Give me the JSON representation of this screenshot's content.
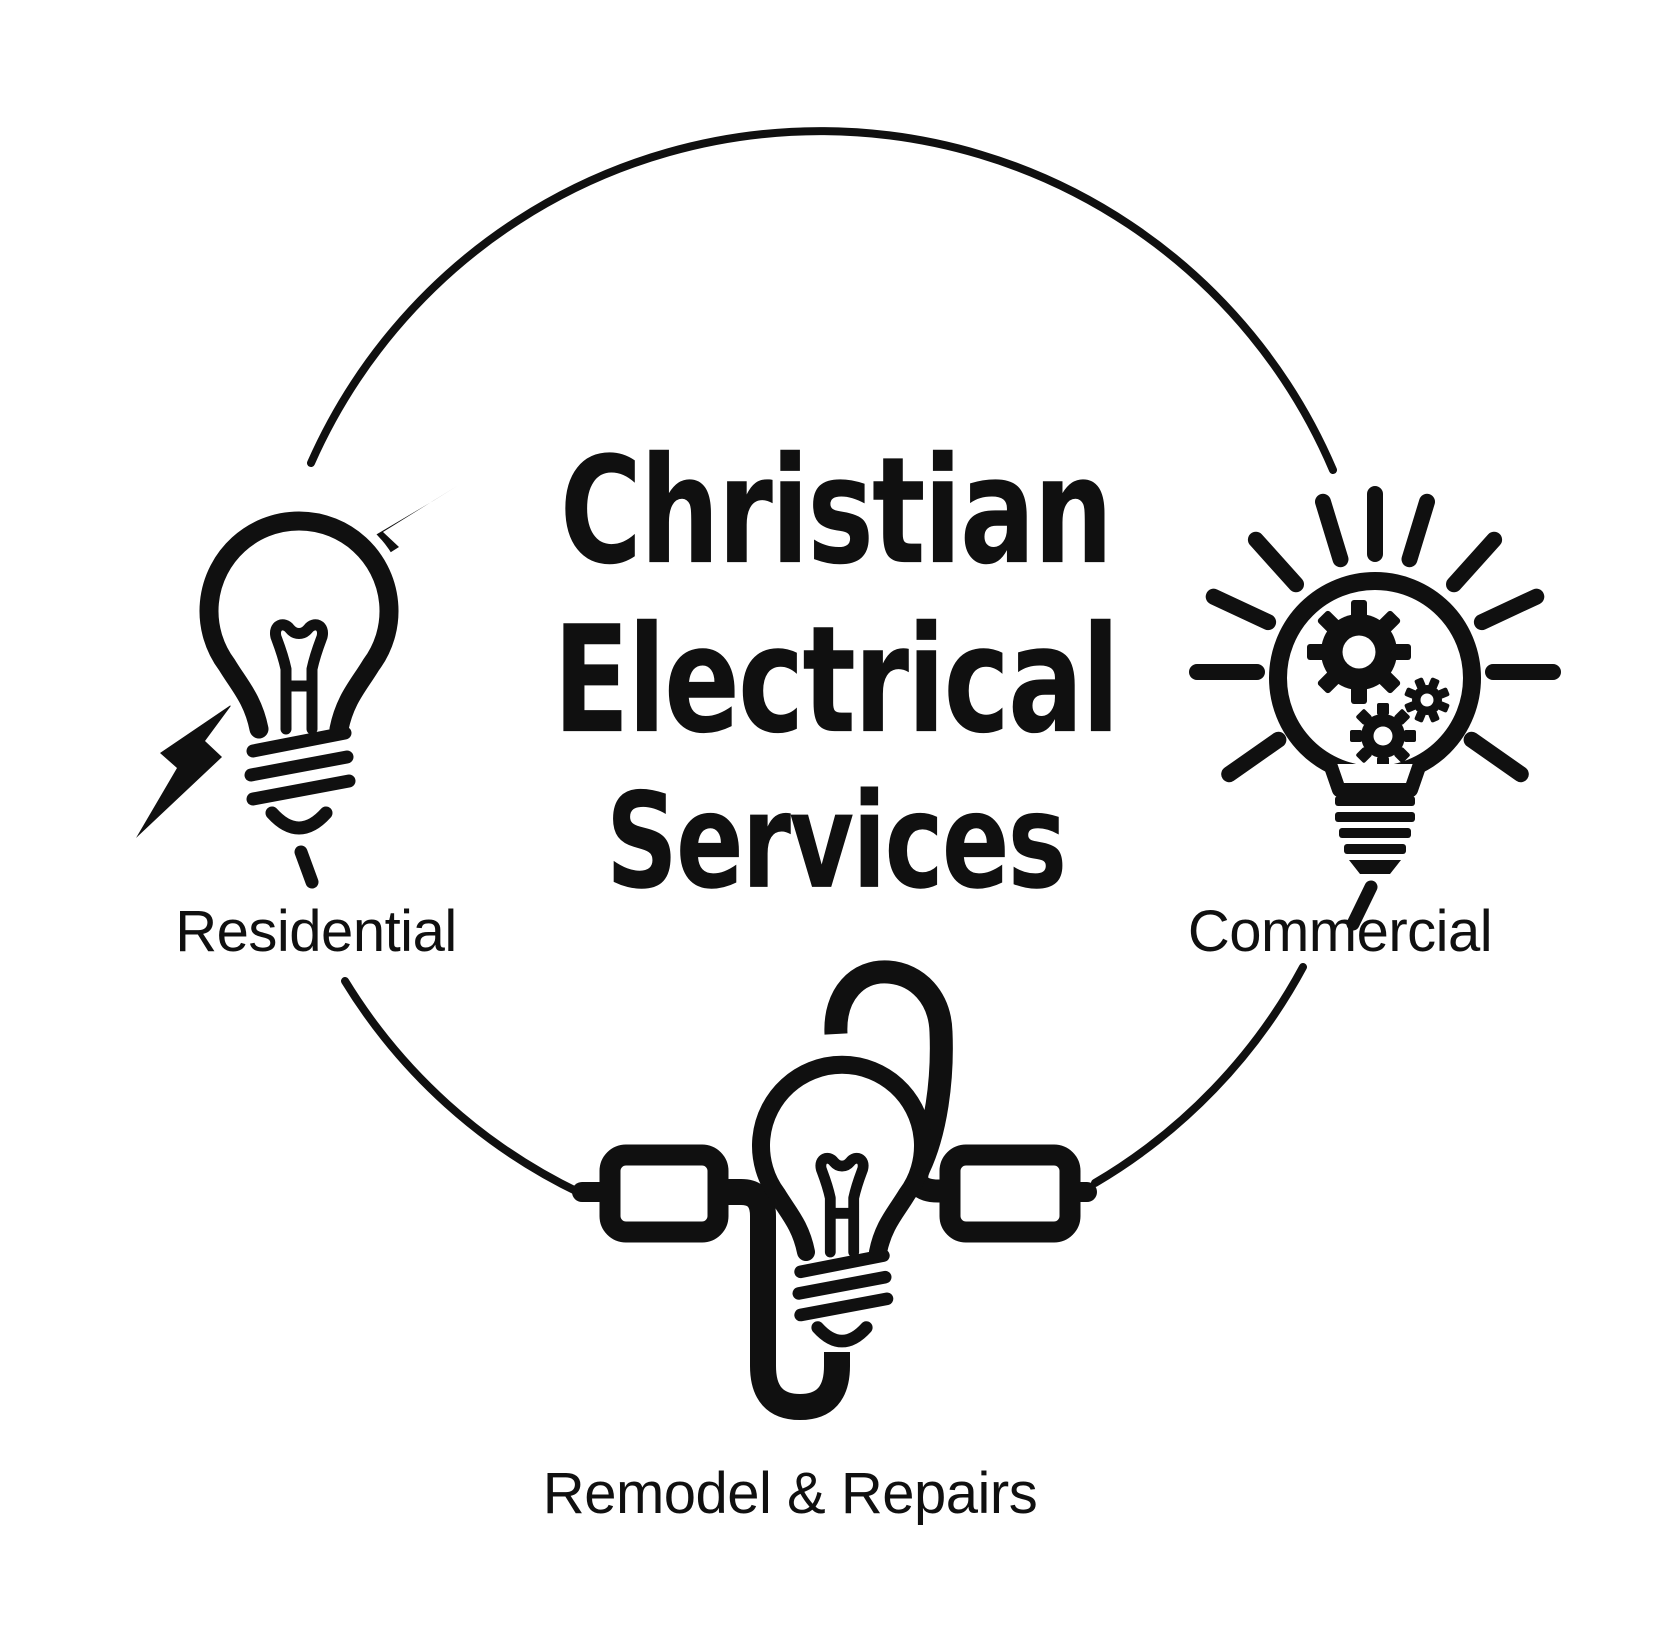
{
  "logo": {
    "title": {
      "line1": "Christian",
      "line2": "Electrical",
      "line3": "Services"
    },
    "labels": {
      "left": "Residential",
      "right": "Commercial",
      "bottom": "Remodel & Repairs"
    },
    "icons": [
      {
        "name": "residential-bulb-lightning-icon",
        "meaning": "light bulb struck by lightning bolt"
      },
      {
        "name": "commercial-bulb-gears-icon",
        "meaning": "light bulb with gears and rays"
      },
      {
        "name": "remodel-bulb-circuit-icon",
        "meaning": "light bulb wired into circuit with two resistors"
      }
    ],
    "colors": {
      "ink": "#101010",
      "background": "#ffffff"
    }
  }
}
